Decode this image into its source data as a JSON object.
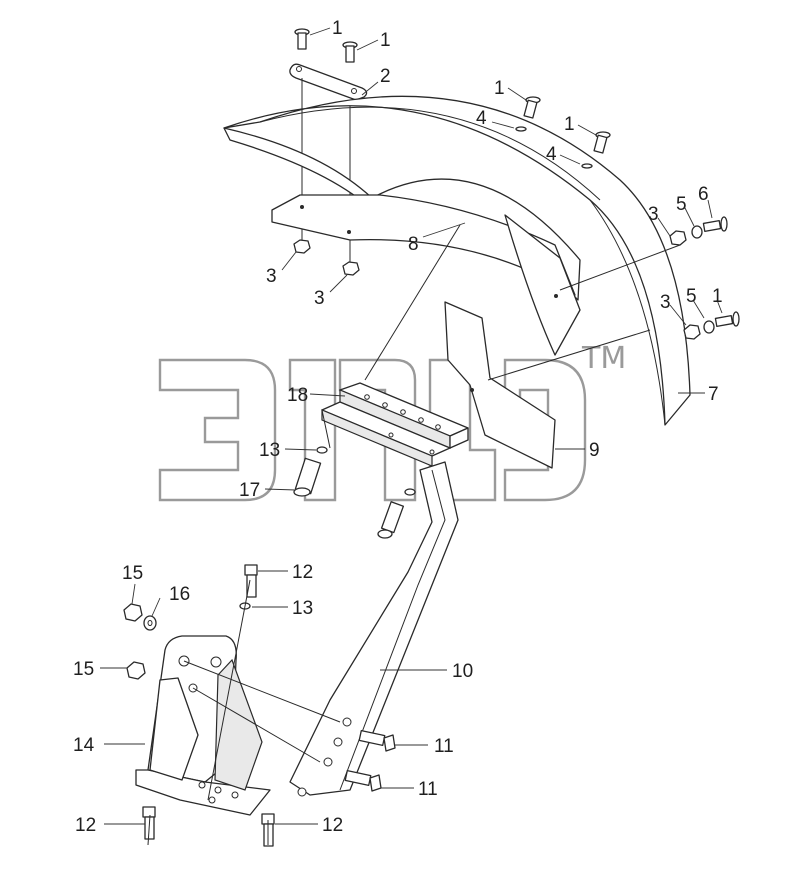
{
  "diagram": {
    "type": "exploded-parts-diagram",
    "watermark": {
      "mark": "TM"
    },
    "callouts": [
      {
        "id": "c1a",
        "label": "1"
      },
      {
        "id": "c1b",
        "label": "1"
      },
      {
        "id": "c2",
        "label": "2"
      },
      {
        "id": "c1c",
        "label": "1"
      },
      {
        "id": "c4a",
        "label": "4"
      },
      {
        "id": "c1d",
        "label": "1"
      },
      {
        "id": "c4b",
        "label": "4"
      },
      {
        "id": "c3a",
        "label": "3"
      },
      {
        "id": "c5a",
        "label": "5"
      },
      {
        "id": "c6",
        "label": "6"
      },
      {
        "id": "c8",
        "label": "8"
      },
      {
        "id": "c3b",
        "label": "3"
      },
      {
        "id": "c3c",
        "label": "3"
      },
      {
        "id": "c3d",
        "label": "3"
      },
      {
        "id": "c5b",
        "label": "5"
      },
      {
        "id": "c1e",
        "label": "1"
      },
      {
        "id": "c7",
        "label": "7"
      },
      {
        "id": "c18",
        "label": "18"
      },
      {
        "id": "c9",
        "label": "9"
      },
      {
        "id": "c13a",
        "label": "13"
      },
      {
        "id": "c17",
        "label": "17"
      },
      {
        "id": "c10",
        "label": "10"
      },
      {
        "id": "c12a",
        "label": "12"
      },
      {
        "id": "c13b",
        "label": "13"
      },
      {
        "id": "c15a",
        "label": "15"
      },
      {
        "id": "c16",
        "label": "16"
      },
      {
        "id": "c15b",
        "label": "15"
      },
      {
        "id": "c14",
        "label": "14"
      },
      {
        "id": "c11a",
        "label": "11"
      },
      {
        "id": "c11b",
        "label": "11"
      },
      {
        "id": "c12b",
        "label": "12"
      },
      {
        "id": "c12c",
        "label": "12"
      }
    ]
  }
}
